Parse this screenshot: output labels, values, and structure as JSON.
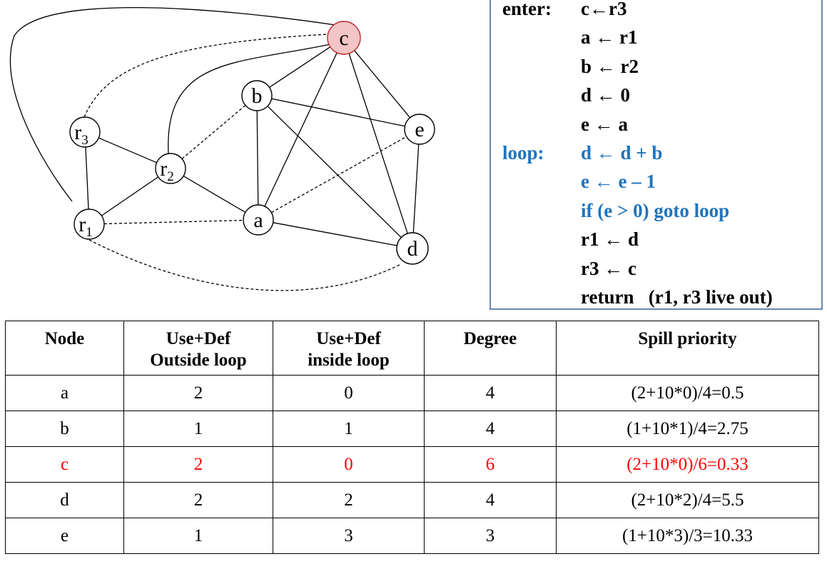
{
  "graph": {
    "nodes": [
      {
        "id": "c",
        "label": "c",
        "sub": "",
        "highlight": true
      },
      {
        "id": "b",
        "label": "b",
        "sub": "",
        "highlight": false
      },
      {
        "id": "e",
        "label": "e",
        "sub": "",
        "highlight": false
      },
      {
        "id": "r3",
        "label": "r",
        "sub": "3",
        "highlight": false
      },
      {
        "id": "r2",
        "label": "r",
        "sub": "2",
        "highlight": false
      },
      {
        "id": "r1",
        "label": "r",
        "sub": "1",
        "highlight": false
      },
      {
        "id": "a",
        "label": "a",
        "sub": "",
        "highlight": false
      },
      {
        "id": "d",
        "label": "d",
        "sub": "",
        "highlight": false
      }
    ],
    "interference_edges": [
      [
        "c",
        "b"
      ],
      [
        "c",
        "a"
      ],
      [
        "c",
        "e"
      ],
      [
        "c",
        "d"
      ],
      [
        "b",
        "a"
      ],
      [
        "b",
        "e"
      ],
      [
        "b",
        "d"
      ],
      [
        "e",
        "d"
      ],
      [
        "a",
        "d"
      ],
      [
        "r3",
        "r2"
      ],
      [
        "r3",
        "r1"
      ],
      [
        "r2",
        "r1"
      ],
      [
        "r2",
        "a"
      ],
      [
        "c",
        "r2"
      ],
      [
        "c",
        "r1"
      ]
    ],
    "move_edges": [
      [
        "r3",
        "c"
      ],
      [
        "r2",
        "b"
      ],
      [
        "r1",
        "a"
      ],
      [
        "a",
        "e"
      ],
      [
        "r1",
        "d"
      ]
    ],
    "colors": {
      "node_fill": "#ffffff",
      "highlight_fill": "#f4c5c6",
      "highlight_stroke": "#c0282d"
    }
  },
  "code": {
    "lines": [
      {
        "label": "enter:",
        "text": "c←r3",
        "section": "enter"
      },
      {
        "label": "",
        "text": "a ← r1",
        "section": "enter"
      },
      {
        "label": "",
        "text": "b ← r2",
        "section": "enter"
      },
      {
        "label": "",
        "text": "d ← 0",
        "section": "enter"
      },
      {
        "label": "",
        "text": "e ← a",
        "section": "enter"
      },
      {
        "label": "loop:",
        "text": "d ← d + b",
        "section": "loop"
      },
      {
        "label": "",
        "text": "e ← e – 1",
        "section": "loop"
      },
      {
        "label": "",
        "text": "if (e > 0) goto loop",
        "section": "loop"
      },
      {
        "label": "",
        "text": "r1 ← d",
        "section": "exit"
      },
      {
        "label": "",
        "text": "r3 ← c",
        "section": "exit"
      },
      {
        "label": "",
        "text": "return   (r1, r3 live out)",
        "section": "exit"
      }
    ],
    "loop_color": "#1f74bd"
  },
  "table": {
    "headers": [
      "Node",
      "Use+Def\nOutside loop",
      "Use+Def\ninside loop",
      "Degree",
      "Spill priority"
    ],
    "rows": [
      {
        "cells": [
          "a",
          "2",
          "0",
          "4",
          "(2+10*0)/4=0.5"
        ],
        "highlight": false
      },
      {
        "cells": [
          "b",
          "1",
          "1",
          "4",
          "(1+10*1)/4=2.75"
        ],
        "highlight": false
      },
      {
        "cells": [
          "c",
          "2",
          "0",
          "6",
          "(2+10*0)/6=0.33"
        ],
        "highlight": true
      },
      {
        "cells": [
          "d",
          "2",
          "2",
          "4",
          "(2+10*2)/4=5.5"
        ],
        "highlight": false
      },
      {
        "cells": [
          "e",
          "1",
          "3",
          "3",
          "(1+10*3)/3=10.33"
        ],
        "highlight": false
      }
    ],
    "highlight_color": "#ff0000"
  }
}
